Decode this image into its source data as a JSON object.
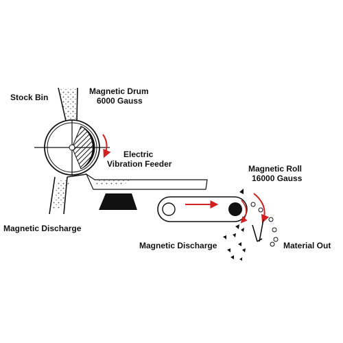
{
  "labels": {
    "stock_bin": "Stock Bin",
    "magnetic_drum_line1": "Magnetic Drum",
    "magnetic_drum_line2": "6000 Gauss",
    "electric_feeder_line1": "Electric",
    "electric_feeder_line2": "Vibration Feeder",
    "magnetic_roll_line1": "Magnetic Roll",
    "magnetic_roll_line2": "16000 Gauss",
    "magnetic_discharge_left": "Magnetic Discharge",
    "magnetic_discharge_right": "Magnetic Discharge",
    "material_out": "Material Out"
  },
  "colors": {
    "line": "#111111",
    "accent": "#d42020",
    "hatch": "#222222",
    "background": "#ffffff"
  }
}
